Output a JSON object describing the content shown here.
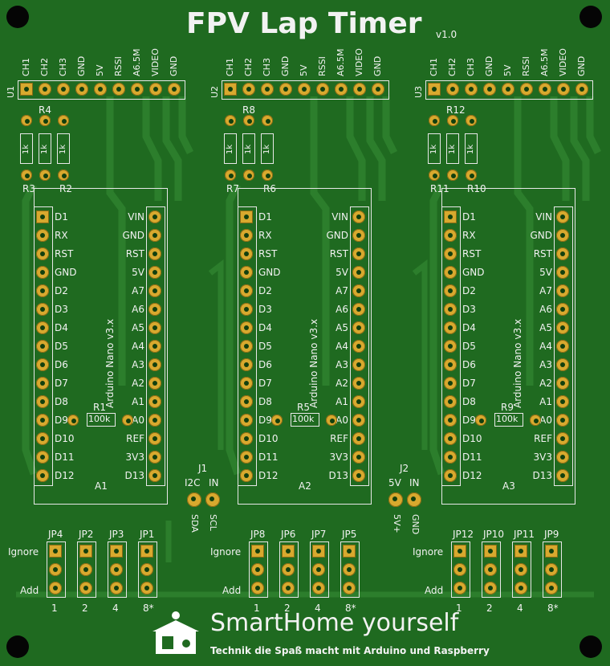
{
  "title": "FPV Lap Timer",
  "version": "v1.0",
  "header_pins": [
    "CH1",
    "CH2",
    "CH3",
    "GND",
    "5V",
    "RSSI",
    "A6.5M",
    "VIDEO",
    "GND"
  ],
  "modules": [
    {
      "u": "U1",
      "r_top": "R4",
      "r_left": "R3",
      "r_right": "R2",
      "r_mid": "R1",
      "a": "A1"
    },
    {
      "u": "U2",
      "r_top": "R8",
      "r_left": "R7",
      "r_right": "R6",
      "r_mid": "R5",
      "a": "A2"
    },
    {
      "u": "U3",
      "r_top": "R12",
      "r_left": "R11",
      "r_right": "R10",
      "r_mid": "R9",
      "a": "A3"
    }
  ],
  "resistor_value": "1k",
  "r_mid_value": "100k",
  "nano_left_pins": [
    "D1",
    "RX",
    "RST",
    "GND",
    "D2",
    "D3",
    "D4",
    "D5",
    "D6",
    "D7",
    "D8",
    "D9",
    "D10",
    "D11",
    "D12"
  ],
  "nano_right_pins": [
    "VIN",
    "GND",
    "RST",
    "5V",
    "A7",
    "A6",
    "A5",
    "A4",
    "A3",
    "A2",
    "A1",
    "A0",
    "REF",
    "3V3",
    "D13"
  ],
  "nano_label": "Arduino Nano v3.x",
  "j1": {
    "name": "J1",
    "label_a": "I2C",
    "label_b": "IN",
    "pin_a": "SDA",
    "pin_b": "SCL"
  },
  "j2": {
    "name": "J2",
    "label_a": "5V",
    "label_b": "IN",
    "pin_a": "5V+",
    "pin_b": "GND"
  },
  "jumper_groups": [
    [
      "JP4",
      "JP2",
      "JP3",
      "JP1"
    ],
    [
      "JP8",
      "JP6",
      "JP7",
      "JP5"
    ],
    [
      "JP12",
      "JP10",
      "JP11",
      "JP9"
    ]
  ],
  "jumper_values": [
    "1",
    "2",
    "4",
    "8*"
  ],
  "ignore_label": "Ignore",
  "add_label": "Add",
  "brand": "SmartHome yourself",
  "tagline": "Technik die Spaß macht mit Arduino und Raspberry",
  "colors": {
    "board": "#1f6a20",
    "pad": "#d8a92e",
    "silk": "#f2f2f2"
  }
}
